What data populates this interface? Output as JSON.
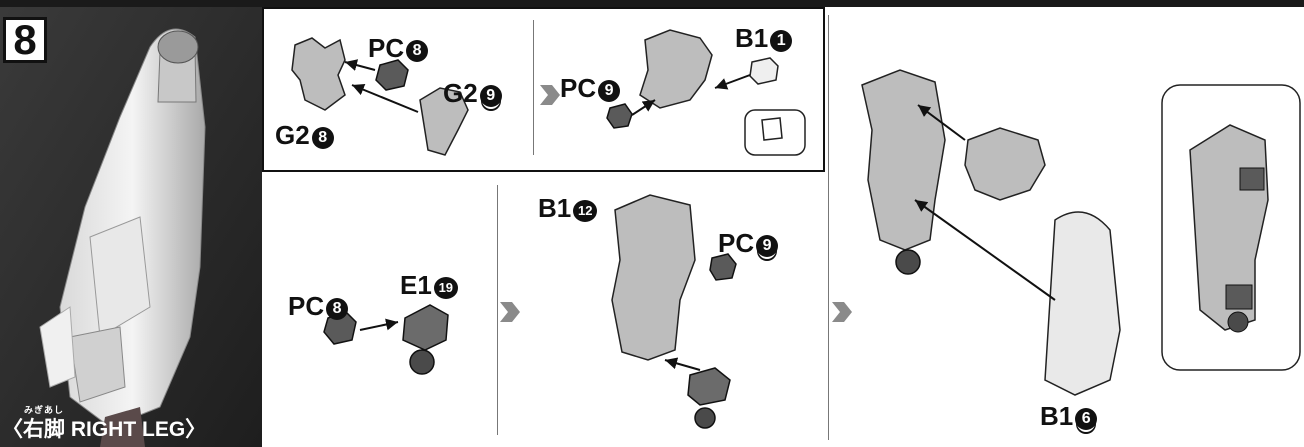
{
  "step": {
    "number": "8"
  },
  "caption": {
    "ruby": "みぎあし",
    "text": "〈右脚 RIGHT LEG〉"
  },
  "labels": {
    "pc8_a": {
      "part": "PC",
      "num": "8"
    },
    "g2_9": {
      "part": "G2",
      "num": "9"
    },
    "g2_8": {
      "part": "G2",
      "num": "8"
    },
    "pc9_a": {
      "part": "PC",
      "num": "9"
    },
    "b1_1": {
      "part": "B1",
      "num": "1"
    },
    "b1_12": {
      "part": "B1",
      "num": "12"
    },
    "pc9_b": {
      "part": "PC",
      "num": "9"
    },
    "pc8_b": {
      "part": "PC",
      "num": "8"
    },
    "e1_19": {
      "part": "E1",
      "num": "19"
    },
    "b1_6": {
      "part": "B1",
      "num": "6"
    }
  },
  "colors": {
    "part_fill": "#bdbdbd",
    "dark_part": "#5a5a5a",
    "arrow_gray": "#8a8a8a",
    "photo_bg": "#2b2b2b"
  }
}
